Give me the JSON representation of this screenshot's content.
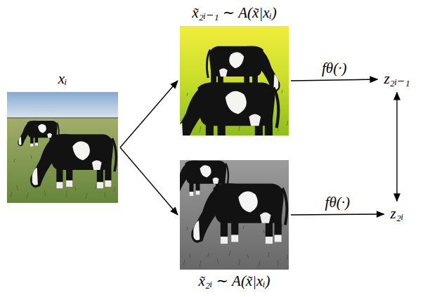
{
  "diagram": {
    "nodes": [
      {
        "text": [
          "xᵢ"
        ]
      },
      {
        "text": [
          "x̃₂ᵢ₋₁ ∼ A(x̃|xᵢ)"
        ]
      },
      {
        "text": [
          "x̃₂ᵢ ∼ A(x̃|xᵢ)"
        ]
      },
      {
        "text": [
          "z₂ᵢ₋₁"
        ]
      },
      {
        "text": [
          "z₂ᵢ"
        ]
      }
    ],
    "edges": [
      {
        "from": 0,
        "to": 1,
        "arrow": "to"
      },
      {
        "from": 0,
        "to": 2,
        "arrow": "to"
      },
      {
        "from": 1,
        "to": 3,
        "arrow": "to",
        "label": "fθ(·)"
      },
      {
        "from": 2,
        "to": 4,
        "arrow": "to",
        "label": "fθ(·)"
      },
      {
        "from": 3,
        "to": 4,
        "arrow": "both"
      }
    ]
  }
}
